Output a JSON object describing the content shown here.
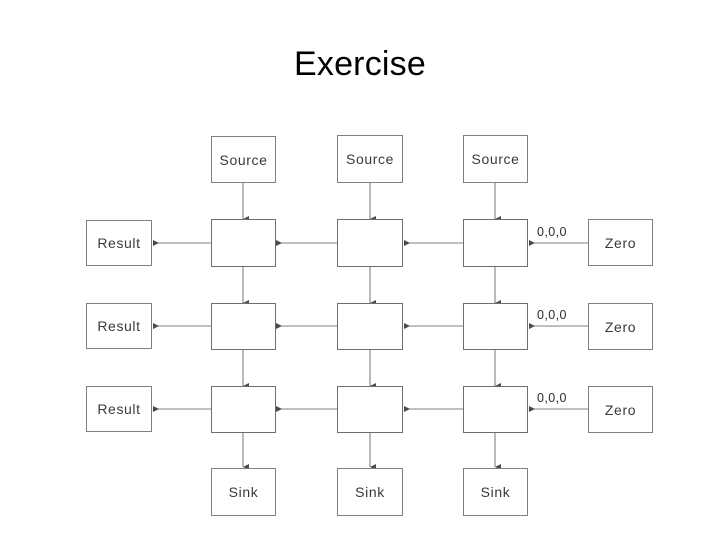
{
  "slide": {
    "title": "Exercise",
    "background_color": "#ffffff",
    "text_color": "#000000"
  },
  "diagram": {
    "type": "grid-dataflow",
    "line_color": "#707070",
    "box_border_color": "#808080",
    "rows": 3,
    "columns": 3,
    "sources": [
      {
        "label": "Source"
      },
      {
        "label": "Source"
      },
      {
        "label": "Source"
      }
    ],
    "sinks": [
      {
        "label": "Sink"
      },
      {
        "label": "Sink"
      },
      {
        "label": "Sink"
      }
    ],
    "results": [
      {
        "label": "Result"
      },
      {
        "label": "Result"
      },
      {
        "label": "Result"
      }
    ],
    "zeros": [
      {
        "label": "Zero"
      },
      {
        "label": "Zero"
      },
      {
        "label": "Zero"
      }
    ],
    "zero_edge_labels": [
      "0,0,0",
      "0,0,0",
      "0,0,0"
    ],
    "grid_cells": [
      [
        {
          "label": ""
        },
        {
          "label": ""
        },
        {
          "label": ""
        }
      ],
      [
        {
          "label": ""
        },
        {
          "label": ""
        },
        {
          "label": ""
        }
      ],
      [
        {
          "label": ""
        },
        {
          "label": ""
        },
        {
          "label": ""
        }
      ]
    ]
  }
}
